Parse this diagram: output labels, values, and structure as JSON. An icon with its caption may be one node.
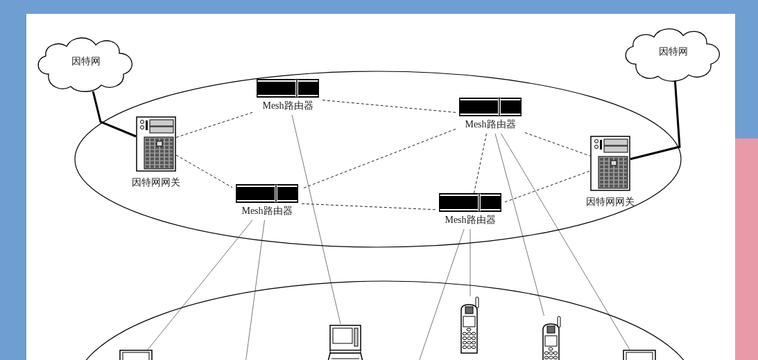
{
  "diagram": {
    "nodes": [
      {
        "text": [
          "因特网"
        ]
      },
      {
        "text": [
          "因特网"
        ]
      },
      {
        "text": [],
        "shape": "ellipse"
      },
      {
        "text": [
          "因特网网关"
        ],
        "in": 2
      },
      {
        "text": [
          "Mesh路由器"
        ],
        "in": 2
      },
      {
        "text": [
          "Mesh路由器"
        ],
        "in": 2
      },
      {
        "text": [
          "因特网网关"
        ],
        "in": 2
      },
      {
        "text": [
          "Mesh路由器"
        ],
        "in": 2
      },
      {
        "text": [
          "Mesh路由器"
        ],
        "in": 2
      },
      {
        "text": [],
        "shape": "ellipse"
      },
      {
        "text": [],
        "shape": "picture",
        "in": 9
      },
      {
        "text": [],
        "shape": "picture",
        "in": 9
      },
      {
        "text": [],
        "shape": "picture",
        "in": 9
      },
      {
        "text": [],
        "shape": "picture",
        "in": 9
      },
      {
        "text": [],
        "shape": "picture",
        "in": 9
      }
    ],
    "edges": [
      {
        "from": 0,
        "to": 3,
        "arrow": "none",
        "style": "thick"
      },
      {
        "from": 1,
        "to": 6,
        "arrow": "none",
        "style": "thick"
      },
      {
        "from": 3,
        "to": 4,
        "arrow": "none",
        "style": "dashed"
      },
      {
        "from": 3,
        "to": 7,
        "arrow": "none",
        "style": "dashed"
      },
      {
        "from": 4,
        "to": 5,
        "arrow": "none",
        "style": "dashed"
      },
      {
        "from": 5,
        "to": 6,
        "arrow": "none",
        "style": "dashed"
      },
      {
        "from": 5,
        "to": 7,
        "arrow": "none",
        "style": "dashed"
      },
      {
        "from": 5,
        "to": 8,
        "arrow": "none",
        "style": "dashed"
      },
      {
        "from": 7,
        "to": 8,
        "arrow": "none",
        "style": "dashed"
      },
      {
        "from": 8,
        "to": 6,
        "arrow": "none",
        "style": "dashed"
      },
      {
        "from": 4,
        "to": 11,
        "arrow": "none"
      },
      {
        "from": 7,
        "to": 10,
        "arrow": "none"
      },
      {
        "from": 7,
        "to": null,
        "arrow": "none"
      },
      {
        "from": 8,
        "to": 12,
        "arrow": "none"
      },
      {
        "from": 8,
        "to": null,
        "arrow": "none"
      },
      {
        "from": 5,
        "to": 13,
        "arrow": "none"
      },
      {
        "from": 5,
        "to": 14,
        "arrow": "none"
      }
    ]
  }
}
